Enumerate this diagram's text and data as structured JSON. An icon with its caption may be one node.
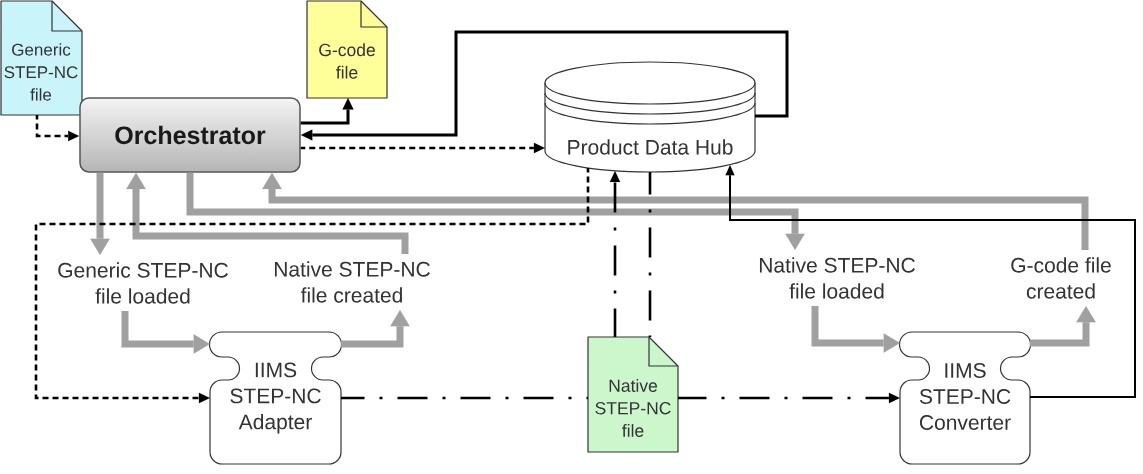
{
  "diagram": {
    "nodes": [
      {
        "text": [
          "Generic STEP-NC file"
        ]
      },
      {
        "text": [
          "G-code file"
        ]
      },
      {
        "text": [
          "Orchestrator"
        ]
      },
      {
        "text": [
          "Product Data Hub"
        ]
      },
      {
        "text": [
          "Generic STEP-NC file loaded"
        ]
      },
      {
        "text": [
          "Native STEP-NC file created"
        ]
      },
      {
        "text": [
          "IIMS STEP-NC Adapter"
        ]
      },
      {
        "text": [
          "Native STEP-NC file"
        ]
      },
      {
        "text": [
          "Native STEP-NC file loaded"
        ]
      },
      {
        "text": [
          "G-code file created"
        ]
      },
      {
        "text": [
          "IIMS STEP-NC Converter"
        ]
      }
    ],
    "edges": [
      {
        "from": 0,
        "to": 2,
        "arrow": "to",
        "style": "dashed"
      },
      {
        "from": 2,
        "to": 1,
        "arrow": "to"
      },
      {
        "from": 3,
        "to": 2,
        "arrow": "to"
      },
      {
        "from": 2,
        "to": 3,
        "arrow": "to",
        "style": "dashed"
      },
      {
        "from": 2,
        "to": 4,
        "arrow": "to",
        "style": "thick",
        "color": "#a0a0a0"
      },
      {
        "from": 5,
        "to": 2,
        "arrow": "to",
        "style": "thick",
        "color": "#a0a0a0"
      },
      {
        "from": 2,
        "to": 8,
        "arrow": "to",
        "style": "thick",
        "color": "#a0a0a0"
      },
      {
        "from": 9,
        "to": 2,
        "arrow": "to",
        "style": "thick",
        "color": "#a0a0a0"
      },
      {
        "from": 4,
        "to": 6,
        "arrow": "to",
        "style": "thick",
        "color": "#a0a0a0"
      },
      {
        "from": 6,
        "to": 5,
        "arrow": "to",
        "style": "thick",
        "color": "#a0a0a0"
      },
      {
        "from": 8,
        "to": 10,
        "arrow": "to",
        "style": "thick",
        "color": "#a0a0a0"
      },
      {
        "from": 10,
        "to": 9,
        "arrow": "to",
        "style": "thick",
        "color": "#a0a0a0"
      },
      {
        "from": 3,
        "to": 6,
        "arrow": "to",
        "style": "dashed"
      },
      {
        "from": 6,
        "to": 7,
        "arrow": "none",
        "style": "dashed"
      },
      {
        "from": 7,
        "to": 10,
        "arrow": "to",
        "style": "dashed"
      },
      {
        "from": 7,
        "to": 3,
        "arrow": "to",
        "style": "dashed"
      },
      {
        "from": 3,
        "to": 7,
        "arrow": "none",
        "style": "dashed"
      },
      {
        "from": 10,
        "to": 3,
        "arrow": "to"
      }
    ]
  }
}
